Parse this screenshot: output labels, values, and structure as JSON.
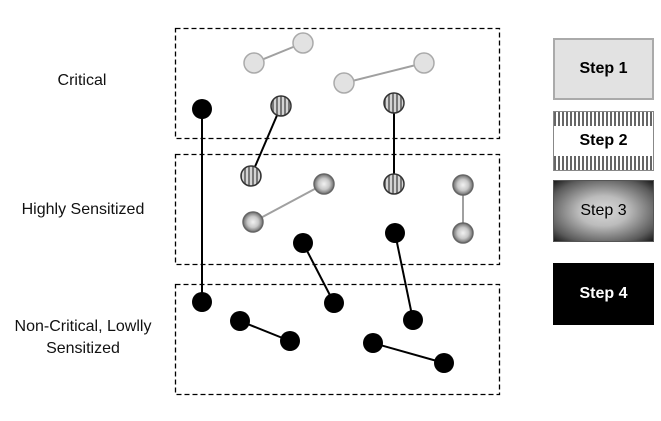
{
  "rows": [
    {
      "id": "critical",
      "label": "Critical"
    },
    {
      "id": "highly",
      "label": "Highly Sensitized"
    },
    {
      "id": "noncritical",
      "label": "Non-Critical, Lowlly Sensitized"
    }
  ],
  "steps": [
    {
      "id": "step1",
      "label": "Step 1",
      "style": "light-gray"
    },
    {
      "id": "step2",
      "label": "Step 2",
      "style": "vertical-stripes"
    },
    {
      "id": "step3",
      "label": "Step 3",
      "style": "radial-gradient"
    },
    {
      "id": "step4",
      "label": "Step 4",
      "style": "black"
    }
  ],
  "colors": {
    "step1_fill": "#e2e2e2",
    "step1_stroke": "#aaaaaa",
    "step2_stripe": "#888888",
    "step3_dark": "#1a1a1a",
    "step3_light": "#d8d8d8",
    "step4_fill": "#000000",
    "gray_link": "#a0a0a0",
    "black_link": "#000000"
  }
}
